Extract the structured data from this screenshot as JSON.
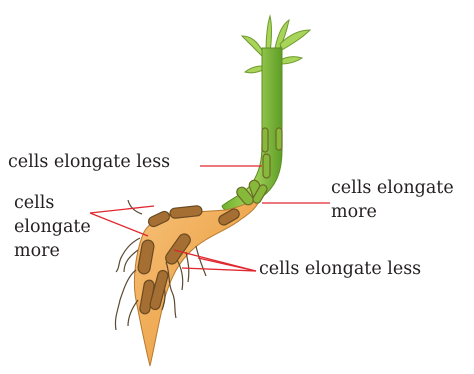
{
  "labels": {
    "stem_upper_inner": "cells elongate less",
    "stem_outer_bend": "cells elongate\nmore",
    "root_left": "cells\nelongate\nmore",
    "root_right": "cells elongate less"
  },
  "colors": {
    "stem_green": "#8cc63f",
    "root_tan": "#f2b25c",
    "cell_outline": "#6b6a2a",
    "root_cell": "#9b6a35",
    "leader_line": "#e0262e",
    "text": "#231f20"
  }
}
